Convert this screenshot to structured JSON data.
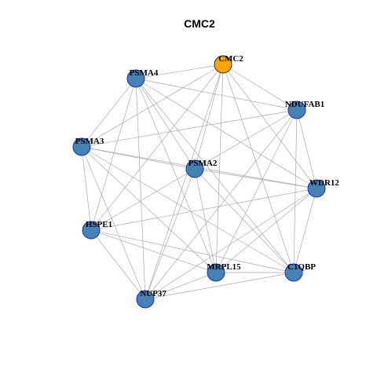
{
  "title": "CMC2",
  "colors": {
    "hub_fill": "#FFA500",
    "node_fill": "#4682B4",
    "node_stroke": "#1a2eb8",
    "hub_stroke": "#333333",
    "edge": "#aaaaaa"
  },
  "network": {
    "nodes": [
      {
        "id": "CMC2",
        "label": "CMC2",
        "hub": true
      },
      {
        "id": "PSMA4",
        "label": "PSMA4"
      },
      {
        "id": "NDUFAB1",
        "label": "NDUFAB1"
      },
      {
        "id": "PSMA3",
        "label": "PSMA3"
      },
      {
        "id": "PSMA2",
        "label": "PSMA2"
      },
      {
        "id": "WDR12",
        "label": "WDR12"
      },
      {
        "id": "HSPE1",
        "label": "HSPE1"
      },
      {
        "id": "MRPL15",
        "label": "MRPL15"
      },
      {
        "id": "C1QBP",
        "label": "C1QBP"
      },
      {
        "id": "NUP37",
        "label": "NUP37"
      }
    ],
    "edges": [
      [
        "CMC2",
        "PSMA4"
      ],
      [
        "CMC2",
        "NDUFAB1"
      ],
      [
        "CMC2",
        "PSMA3"
      ],
      [
        "CMC2",
        "PSMA2"
      ],
      [
        "CMC2",
        "WDR12"
      ],
      [
        "CMC2",
        "MRPL15"
      ],
      [
        "CMC2",
        "C1QBP"
      ],
      [
        "CMC2",
        "NUP37"
      ],
      [
        "CMC2",
        "HSPE1"
      ],
      [
        "PSMA4",
        "NDUFAB1"
      ],
      [
        "PSMA4",
        "PSMA3"
      ],
      [
        "PSMA4",
        "PSMA2"
      ],
      [
        "PSMA4",
        "WDR12"
      ],
      [
        "PSMA4",
        "HSPE1"
      ],
      [
        "PSMA4",
        "MRPL15"
      ],
      [
        "PSMA4",
        "C1QBP"
      ],
      [
        "PSMA4",
        "NUP37"
      ],
      [
        "NDUFAB1",
        "PSMA3"
      ],
      [
        "NDUFAB1",
        "PSMA2"
      ],
      [
        "NDUFAB1",
        "WDR12"
      ],
      [
        "NDUFAB1",
        "C1QBP"
      ],
      [
        "NDUFAB1",
        "MRPL15"
      ],
      [
        "NDUFAB1",
        "NUP37"
      ],
      [
        "PSMA3",
        "PSMA2"
      ],
      [
        "PSMA3",
        "WDR12"
      ],
      [
        "PSMA3",
        "HSPE1"
      ],
      [
        "PSMA3",
        "MRPL15"
      ],
      [
        "PSMA3",
        "C1QBP"
      ],
      [
        "PSMA3",
        "NUP37"
      ],
      [
        "PSMA2",
        "WDR12"
      ],
      [
        "PSMA2",
        "HSPE1"
      ],
      [
        "PSMA2",
        "MRPL15"
      ],
      [
        "PSMA2",
        "C1QBP"
      ],
      [
        "PSMA2",
        "NUP37"
      ],
      [
        "WDR12",
        "HSPE1"
      ],
      [
        "WDR12",
        "MRPL15"
      ],
      [
        "WDR12",
        "C1QBP"
      ],
      [
        "WDR12",
        "NUP37"
      ],
      [
        "HSPE1",
        "MRPL15"
      ],
      [
        "HSPE1",
        "C1QBP"
      ],
      [
        "HSPE1",
        "NUP37"
      ],
      [
        "MRPL15",
        "C1QBP"
      ],
      [
        "MRPL15",
        "NUP37"
      ],
      [
        "C1QBP",
        "NUP37"
      ]
    ]
  }
}
